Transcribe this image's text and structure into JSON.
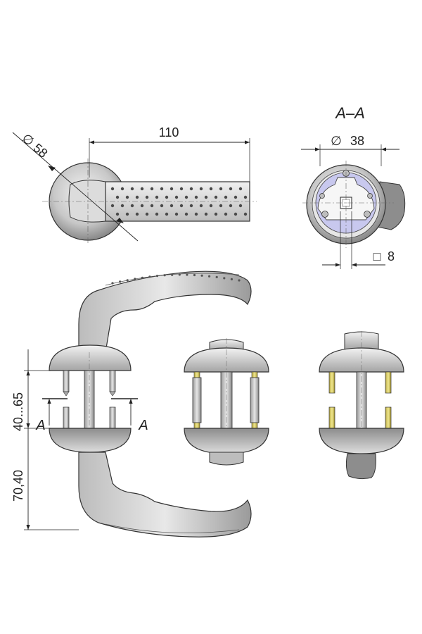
{
  "dimensions": {
    "rosette_diameter": "58",
    "lever_length": "110",
    "section_diameter": "38",
    "square_spindle": "8",
    "door_thickness": "40...65",
    "lower_height": "70,40"
  },
  "labels": {
    "section_title": "A–A",
    "section_mark_left": "A",
    "section_mark_right": "A",
    "diameter_symbol": "∅",
    "square_symbol": "□"
  },
  "colors": {
    "metal_light": "#eeeeee",
    "metal_dark": "#8a8a8a",
    "outline": "#333333",
    "inner_face": "#c9c9ee",
    "brass": "#d8c860"
  }
}
